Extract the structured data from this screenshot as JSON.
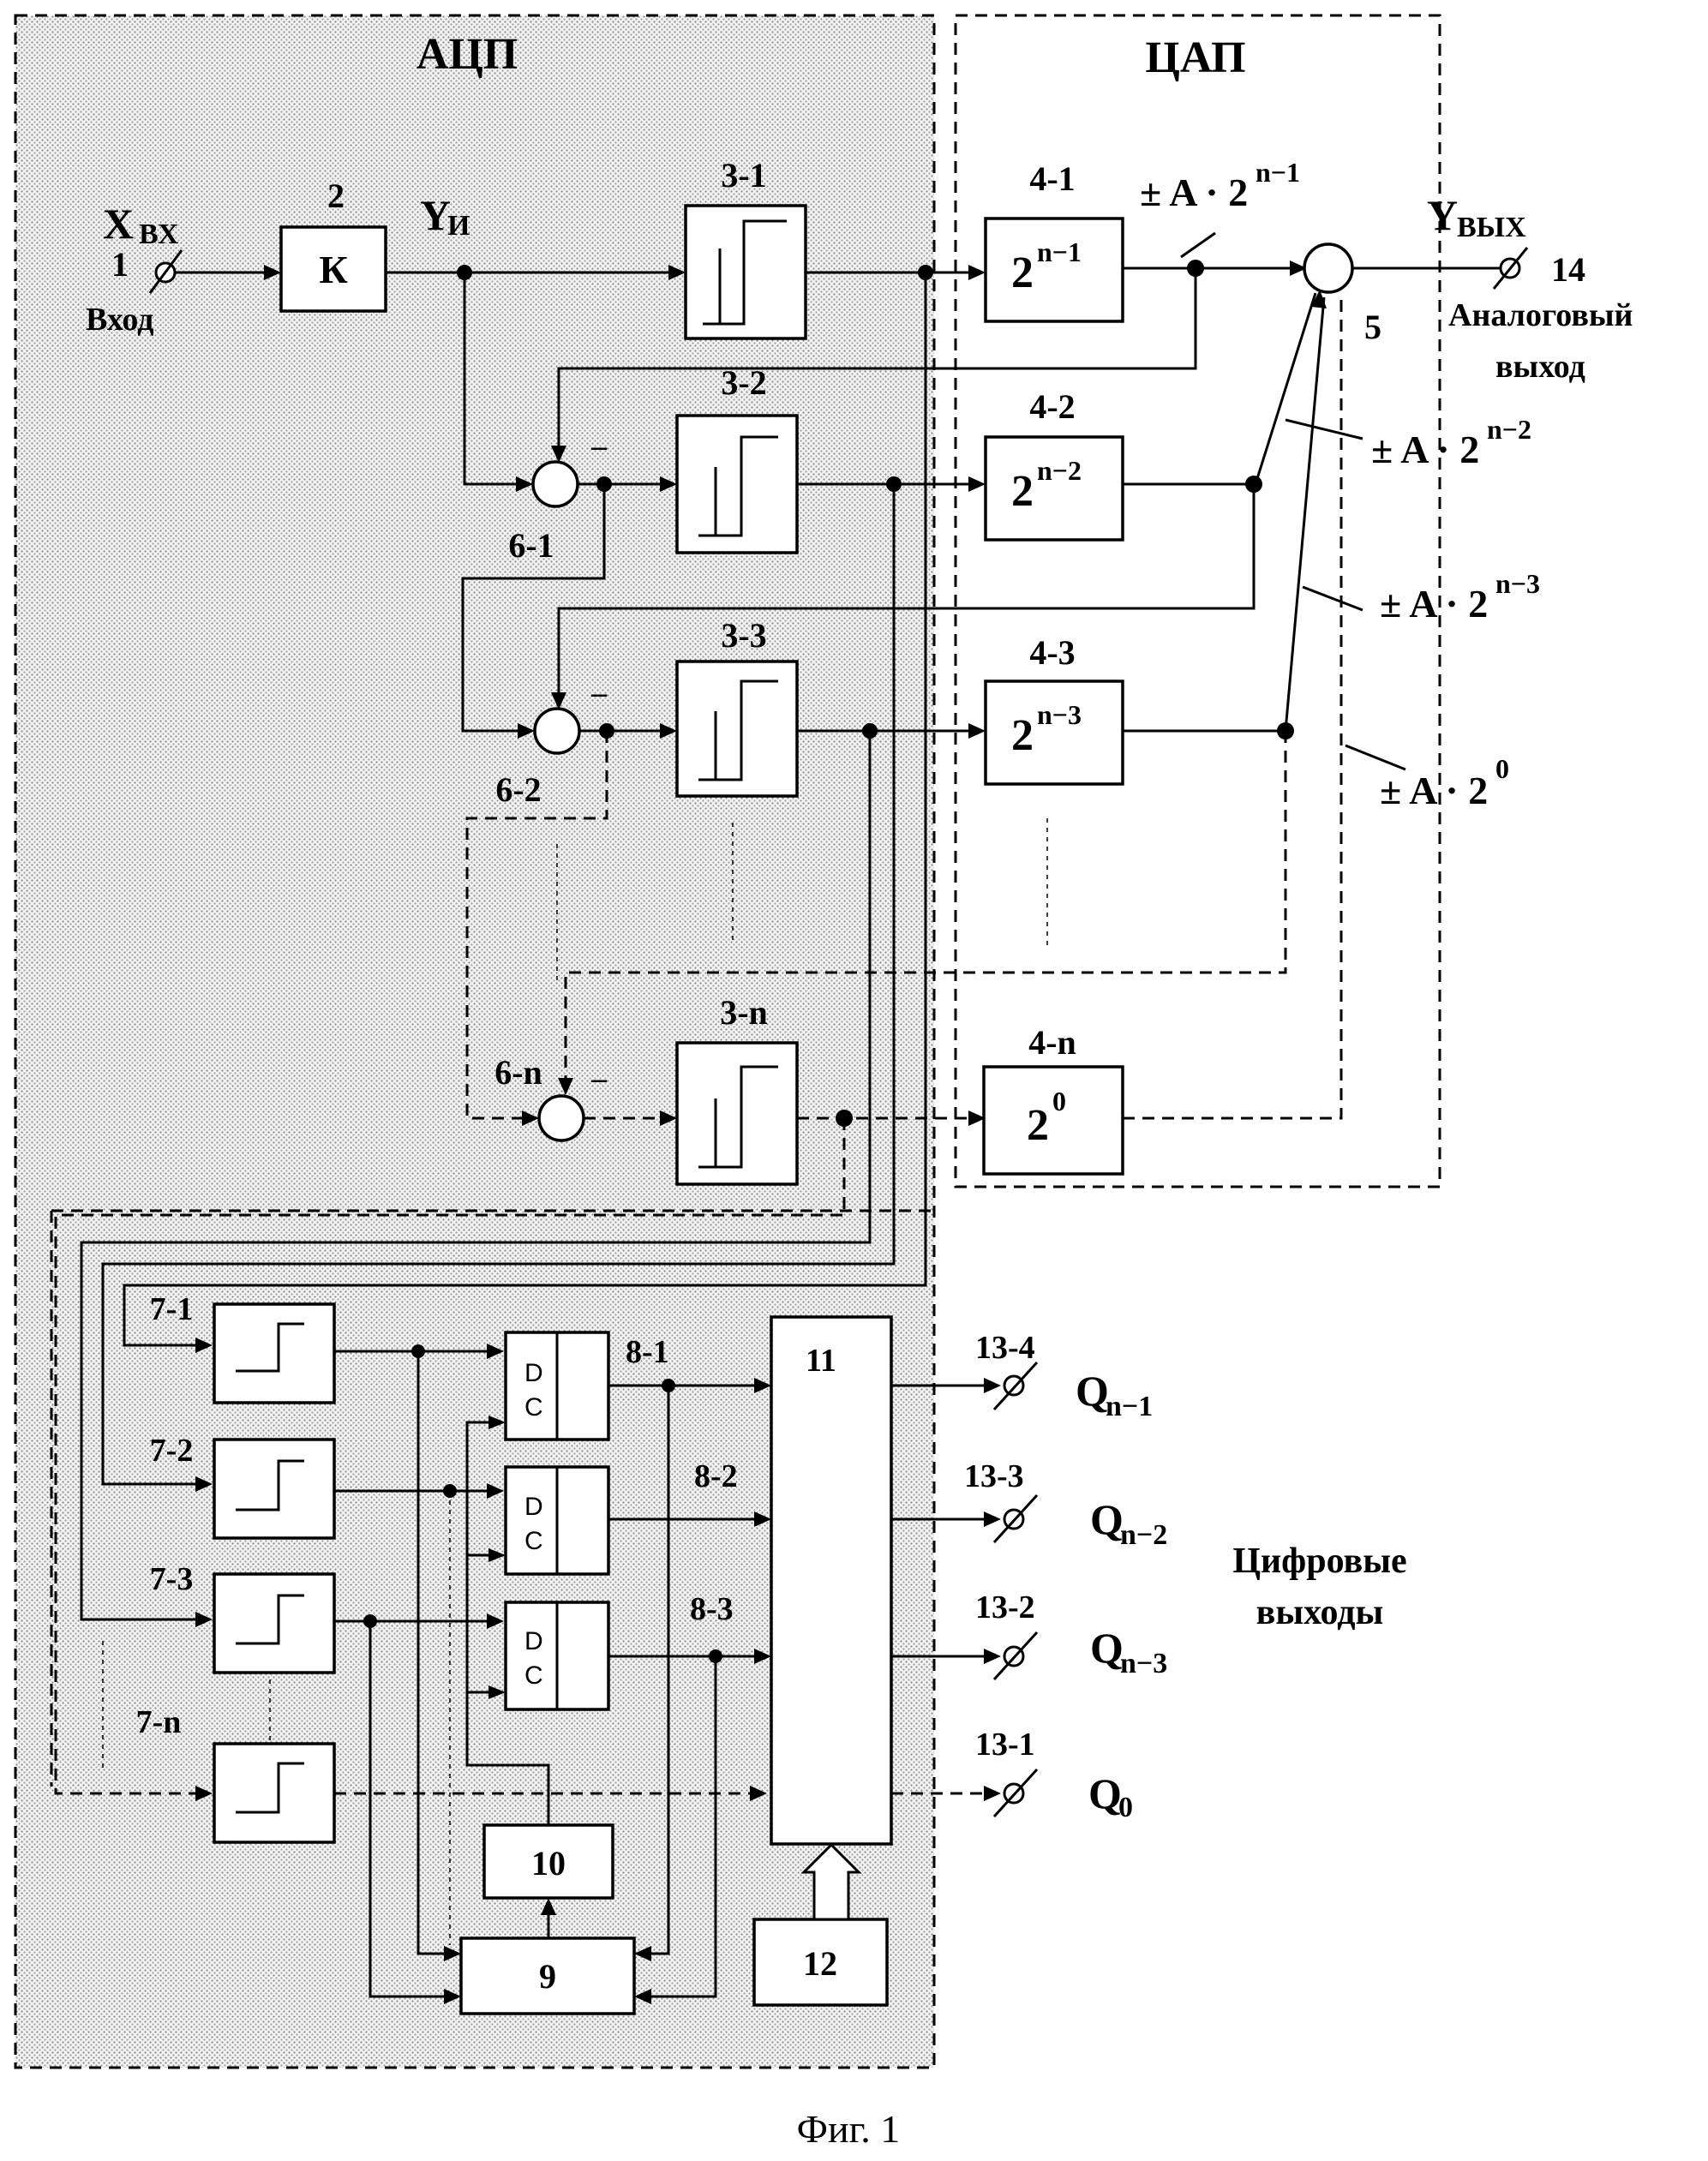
{
  "sections": {
    "adc": "АЦП",
    "dac": "ЦАП"
  },
  "input": {
    "symbol": "X",
    "sub": "ВХ",
    "terminal": "1",
    "label": "Вход"
  },
  "gain": {
    "id": "2",
    "label": "К"
  },
  "yi": {
    "symbol": "Y",
    "sub": "И"
  },
  "output": {
    "symbol": "Y",
    "sub": "ВЫХ",
    "terminal": "14",
    "label1": "Аналоговый",
    "label2": "выход"
  },
  "summer": {
    "id": "5"
  },
  "quantizers": [
    {
      "id": "3-1"
    },
    {
      "id": "3-2"
    },
    {
      "id": "3-3"
    },
    {
      "id": "3-n"
    }
  ],
  "subtractors": [
    {
      "id": "6-1",
      "sign": "–"
    },
    {
      "id": "6-2",
      "sign": "–"
    },
    {
      "id": "6-n",
      "sign": "–"
    }
  ],
  "dac_blocks": [
    {
      "id": "4-1",
      "base": "2",
      "exp": "n−1"
    },
    {
      "id": "4-2",
      "base": "2",
      "exp": "n−2"
    },
    {
      "id": "4-3",
      "base": "2",
      "exp": "n−3"
    },
    {
      "id": "4-n",
      "base": "2",
      "exp": "0"
    }
  ],
  "weights": [
    {
      "prefix": "± A · 2",
      "exp": "n−1"
    },
    {
      "prefix": "± A · 2",
      "exp": "n−2"
    },
    {
      "prefix": "± A · 2",
      "exp": "n−3"
    },
    {
      "prefix": "± A · 2",
      "exp": "0"
    }
  ],
  "comparators": [
    {
      "id": "7-1"
    },
    {
      "id": "7-2"
    },
    {
      "id": "7-3"
    },
    {
      "id": "7-n"
    }
  ],
  "triggers": [
    {
      "id": "8-1",
      "d": "D",
      "c": "C"
    },
    {
      "id": "8-2",
      "d": "D",
      "c": "C"
    },
    {
      "id": "8-3",
      "d": "D",
      "c": "C"
    }
  ],
  "blocks": {
    "b9": "9",
    "b10": "10",
    "b11": "11",
    "b12": "12"
  },
  "digital_outputs": [
    {
      "terminal": "13-4",
      "q": "Q",
      "sub": "n−1"
    },
    {
      "terminal": "13-3",
      "q": "Q",
      "sub": "n−2"
    },
    {
      "terminal": "13-2",
      "q": "Q",
      "sub": "n−3"
    },
    {
      "terminal": "13-1",
      "q": "Q",
      "sub": "0"
    }
  ],
  "digital_label": {
    "line1": "Цифровые",
    "line2": "выходы"
  },
  "caption": "Фиг. 1"
}
